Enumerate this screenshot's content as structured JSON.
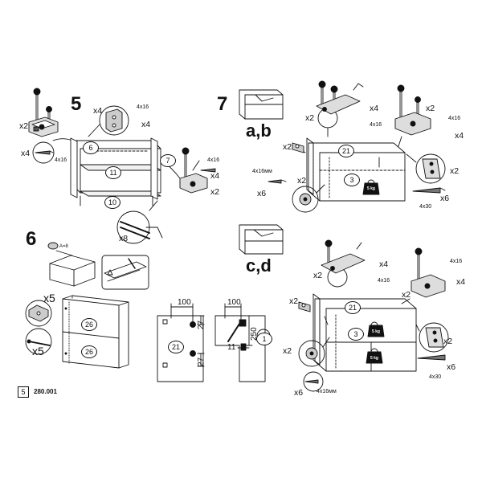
{
  "page": {
    "number": "5",
    "code": "280.001"
  },
  "step5": {
    "label": "5",
    "qty_hinge_left": "x2",
    "qty_screw_left": "x4",
    "spec_screw_left": "4x16",
    "qty_bracket": "x4",
    "spec_bracket_screw": "4x16",
    "qty_bracket_screw": "x4",
    "qty_hinge_right": "x2",
    "spec_screw_right": "4x16",
    "qty_screw_right": "x4",
    "qty_rod": "x8",
    "part_side_left": "6",
    "part_side_right": "7",
    "part_shelf_top": "11",
    "part_shelf_bottom": "10"
  },
  "step6": {
    "label": "6",
    "qty_brackets": "x5",
    "qty_nails": "x5",
    "part_door_top": "26",
    "part_door_bottom": "26",
    "small_note": "A=8"
  },
  "dimensions": {
    "front_width": "100",
    "front_gap_top": "27",
    "front_gap_bottom": "27",
    "front_panel": "21",
    "side_width": "100",
    "side_height": "250",
    "side_offset": "11",
    "side_ref": "1"
  },
  "step7": {
    "label": "7",
    "variant_ab": "a,b",
    "variant_cd": "c,d",
    "ab": {
      "qty_hinge": "x2",
      "qty_hinge_screw": "x4",
      "spec_hinge_screw": "4x16",
      "qty_right_hinge": "x2",
      "spec_right_screw": "4x16",
      "qty_right_screw": "x4",
      "qty_cam": "x2",
      "spec_cam_screw": "4x16мм",
      "qty_cam_screw": "x6",
      "qty_dowel": "x2",
      "qty_plate": "x2",
      "qty_long_screw": "x6",
      "spec_long_screw": "4x30",
      "part_top": "21",
      "part_back": "3",
      "weight": "5 kg"
    },
    "cd": {
      "qty_hinge": "x2",
      "qty_hinge_screw": "x4",
      "spec_hinge_screw": "4x16",
      "spec_right_screw": "4x16",
      "qty_right_hinge": "x2",
      "qty_right_screw": "x4",
      "qty_cam": "x2",
      "qty_dowel": "x2",
      "qty_cam_screw": "x6",
      "spec_cam_screw": "4x16мм",
      "qty_plate": "x2",
      "qty_long_screw": "x6",
      "spec_long_screw": "4x30",
      "part_top": "21",
      "part_back": "3",
      "weight_left": "5 kg",
      "weight_right": "5 kg"
    }
  }
}
